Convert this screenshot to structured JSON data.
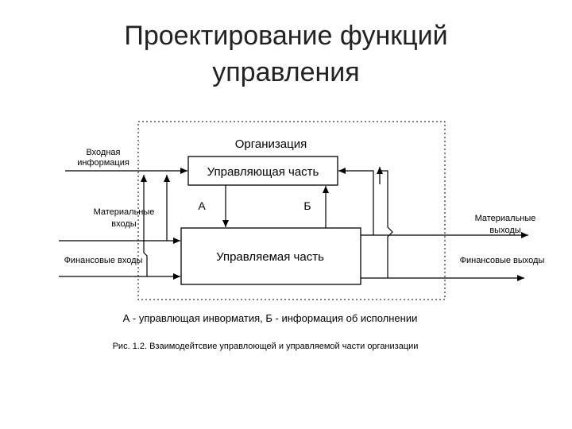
{
  "title": "Проектирование функций\nуправления",
  "diagram": {
    "container_label": "Организация",
    "control_box_label": "Управляющая часть",
    "managed_box_label": "Управляемая часть",
    "arrow_a_label": "А",
    "arrow_b_label": "Б",
    "inputs": {
      "info_line1": "Входная",
      "info_line2": "информация",
      "material_line1": "Материальные",
      "material_line2": "входы",
      "financial": "Финансовые входы"
    },
    "outputs": {
      "material_line1": "Материальные",
      "material_line2": "выходы",
      "financial": "Финансовые выходы"
    },
    "legend": "А - управлющая инворматия, Б - информация об исполнении",
    "caption": "Рис. 1.2.  Взаимодейтсвие управлоющей и управляемой части организации"
  }
}
